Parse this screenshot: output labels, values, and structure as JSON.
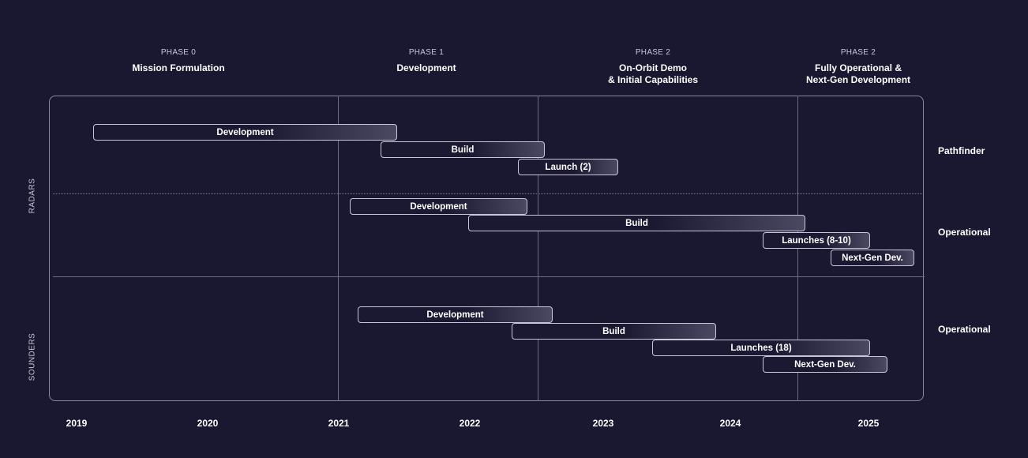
{
  "chart_data": {
    "type": "gantt",
    "title": "",
    "x_axis": {
      "label": "",
      "ticks": [
        "2019",
        "2020",
        "2021",
        "2022",
        "2023",
        "2024",
        "2025"
      ]
    },
    "phases": [
      {
        "id": "PHASE 0",
        "title": "Mission Formulation",
        "start": 2019.0,
        "end": 2021.0
      },
      {
        "id": "PHASE 1",
        "title": "Development",
        "start": 2021.0,
        "end": 2022.5
      },
      {
        "id": "PHASE 2",
        "title": "On-Orbit Demo\n& Initial Capabilities",
        "start": 2022.5,
        "end": 2024.5
      },
      {
        "id": "PHASE 2",
        "title": "Fully Operational &\nNext-Gen Development",
        "start": 2024.5,
        "end": 2025.5
      }
    ],
    "groups": [
      {
        "name": "RADARS",
        "subgroups": [
          {
            "name": "Pathfinder",
            "tasks": [
              {
                "label": "Development",
                "start": 2019.1,
                "end": 2021.45
              },
              {
                "label": "Build",
                "start": 2021.35,
                "end": 2022.6
              },
              {
                "label": "Launch (2)",
                "start": 2022.4,
                "end": 2023.1
              }
            ]
          },
          {
            "name": "Operational",
            "tasks": [
              {
                "label": "Development",
                "start": 2021.1,
                "end": 2022.4
              },
              {
                "label": "Build",
                "start": 2022.0,
                "end": 2024.55
              },
              {
                "label": "Launches (8-10)",
                "start": 2024.25,
                "end": 2025.05
              },
              {
                "label": "Next-Gen Dev.",
                "start": 2024.75,
                "end": 2025.35
              }
            ]
          }
        ]
      },
      {
        "name": "SOUNDERS",
        "subgroups": [
          {
            "name": "Operational",
            "tasks": [
              {
                "label": "Development",
                "start": 2021.15,
                "end": 2022.6
              },
              {
                "label": "Build",
                "start": 2022.35,
                "end": 2023.9
              },
              {
                "label": "Launches (18)",
                "start": 2023.4,
                "end": 2025.0
              },
              {
                "label": "Next-Gen Dev.",
                "start": 2024.25,
                "end": 2025.15
              }
            ]
          }
        ]
      }
    ]
  },
  "phases": [
    {
      "num": "PHASE 0",
      "title": "Mission Formulation"
    },
    {
      "num": "PHASE 1",
      "title": "Development"
    },
    {
      "num": "PHASE 2",
      "title": "On-Orbit Demo\n& Initial Capabilities"
    },
    {
      "num": "PHASE 2",
      "title": "Fully Operational &\nNext-Gen Development"
    }
  ],
  "side_labels": {
    "radars": "RADARS",
    "sounders": "SOUNDERS"
  },
  "row_labels": {
    "pathfinder": "Pathfinder",
    "radars_operational": "Operational",
    "sounders_operational": "Operational"
  },
  "bars": {
    "pathfinder": [
      "Development",
      "Build",
      "Launch (2)"
    ],
    "radars_operational": [
      "Development",
      "Build",
      "Launches (8-10)",
      "Next-Gen Dev."
    ],
    "sounders_operational": [
      "Development",
      "Build",
      "Launches (18)",
      "Next-Gen Dev."
    ]
  },
  "years": [
    "2019",
    "2020",
    "2021",
    "2022",
    "2023",
    "2024",
    "2025"
  ],
  "colors": {
    "background": "#1a1730",
    "frame": "#8a879f",
    "bar_border": "#c9c6d8",
    "bar_highlight": "#4b4862"
  }
}
